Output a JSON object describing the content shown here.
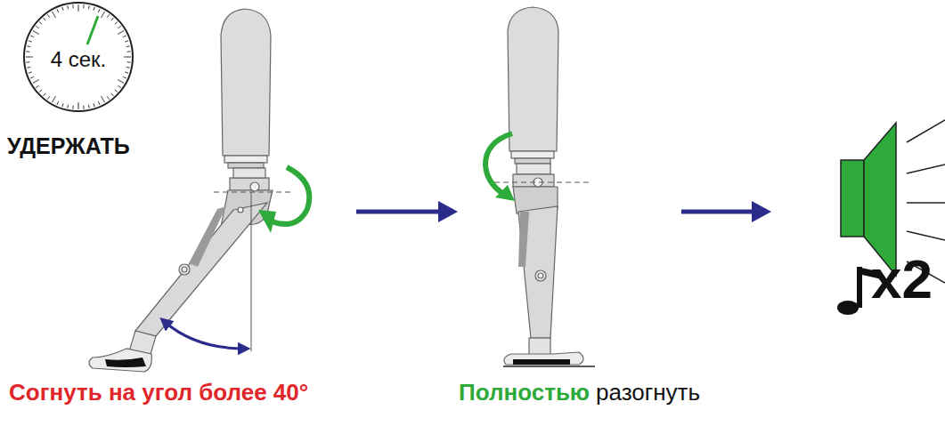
{
  "diagram": {
    "nodes": [
      {
        "text": [
          "4 сек."
        ]
      }
    ],
    "labels": [
      "УДЕРЖАТЬ",
      "Согнуть на угол более 40°",
      "Полностью",
      "разогнуть",
      "x2"
    ]
  }
}
